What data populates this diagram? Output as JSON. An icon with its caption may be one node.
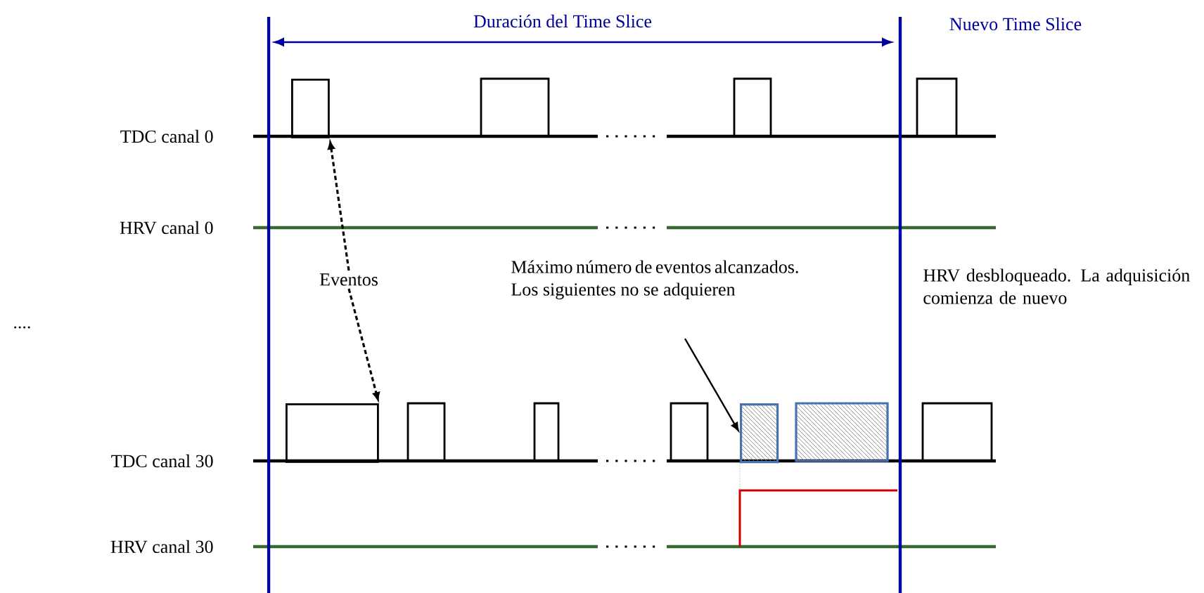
{
  "diagram": {
    "nodes": [
      {
        "text": [
          "Eventos"
        ]
      },
      {
        "text": [],
        "shape": "box"
      },
      {
        "text": [],
        "shape": "box"
      },
      {
        "text": [
          "Máximo número de eventos alcanzados. Los siguientes no se adquieren"
        ]
      },
      {
        "text": [],
        "shape": "box"
      }
    ],
    "edges": [
      {
        "from": 0,
        "to": 1,
        "arrow": "to",
        "style": "dashed"
      },
      {
        "from": 0,
        "to": 2,
        "arrow": "to",
        "style": "dashed"
      },
      {
        "from": 3,
        "to": 4,
        "arrow": "to"
      }
    ],
    "labels": [
      "Duración del Time Slice",
      "Nuevo Time Slice",
      "TDC canal 0",
      "HRV canal 0",
      "HRV desbloqueado. La adquisición comienza de nuevo",
      "....",
      "TDC canal 30",
      "HRV canal 30"
    ]
  }
}
